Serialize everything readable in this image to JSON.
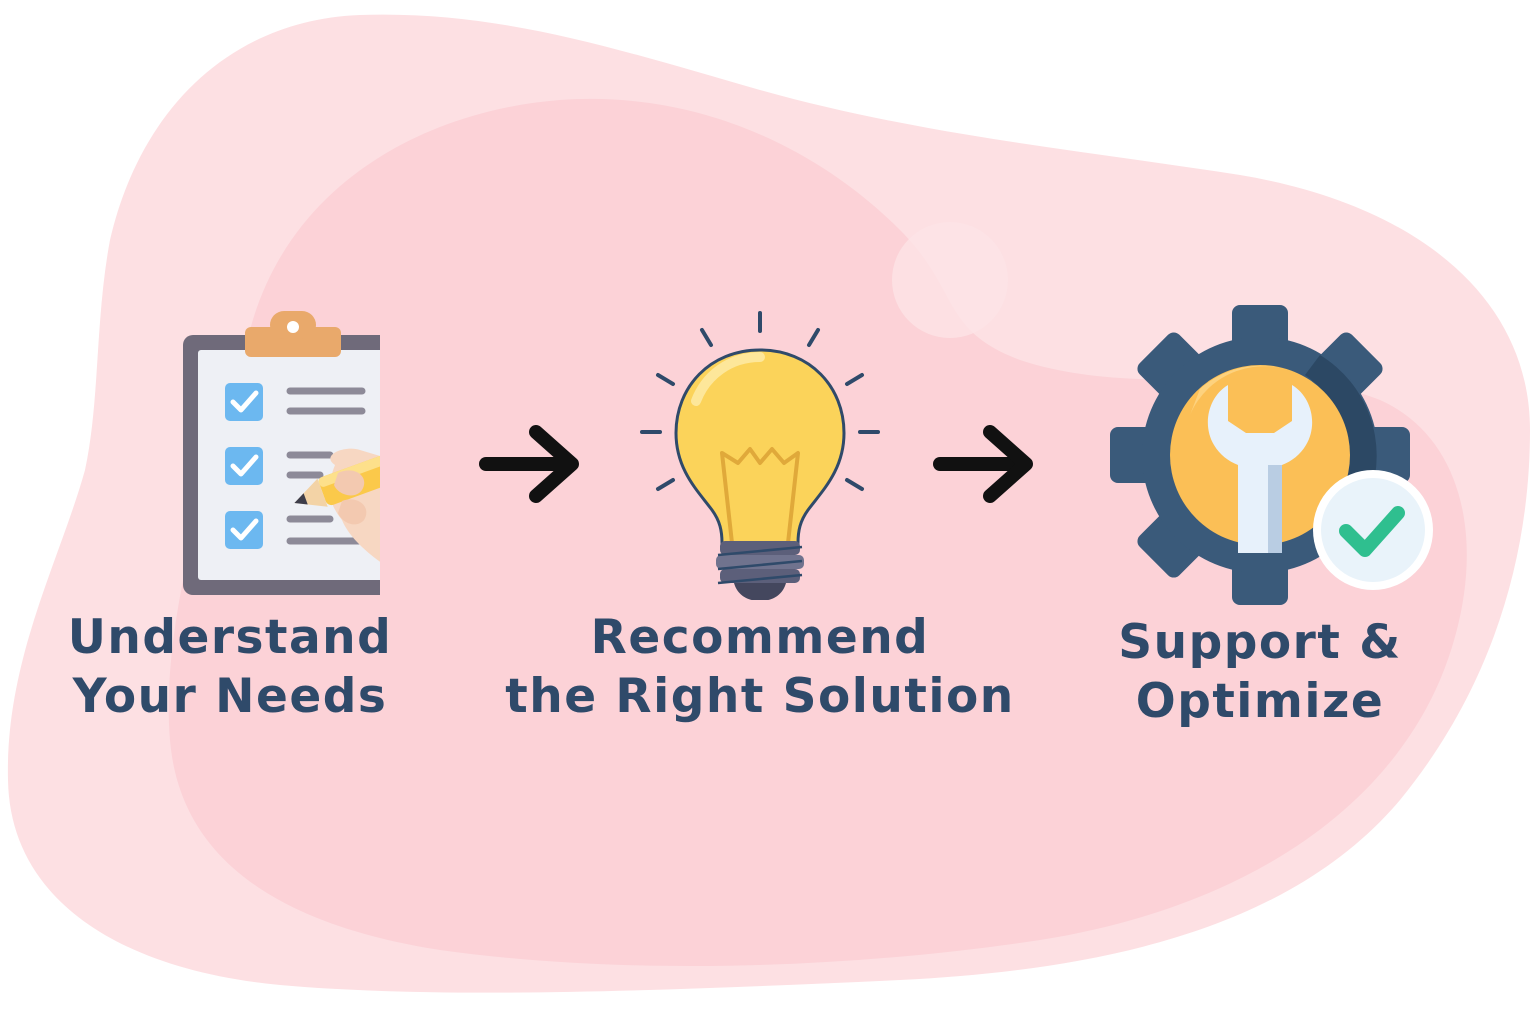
{
  "colors": {
    "background": "#ffffff",
    "blob_light": "#fde0e3",
    "blob_dark": "#fccfd5",
    "label_text": "#2f4a6a",
    "arrow": "#111111",
    "clipboard_frame": "#6f6a7a",
    "clipboard_paper": "#eef0f5",
    "clip": "#e9a96b",
    "checkbox": "#6cb8f0",
    "pencil": "#fbc94a",
    "bulb": "#fbd35a",
    "bulb_base": "#5c5f7a",
    "gear": "#3a5a7a",
    "gear_inner": "#fbbf56",
    "wrench": "#e7f1fb",
    "check_badge": "#2fbf8f"
  },
  "steps": [
    {
      "label": "Understand\nYour Needs",
      "icon": "clipboard-checklist-icon"
    },
    {
      "label": "Recommend\nthe Right Solution",
      "icon": "lightbulb-icon"
    },
    {
      "label": "Support &\nOptimize",
      "icon": "gear-wrench-check-icon"
    }
  ],
  "connectors": [
    {
      "icon": "arrow-right-icon"
    },
    {
      "icon": "arrow-right-icon"
    }
  ]
}
